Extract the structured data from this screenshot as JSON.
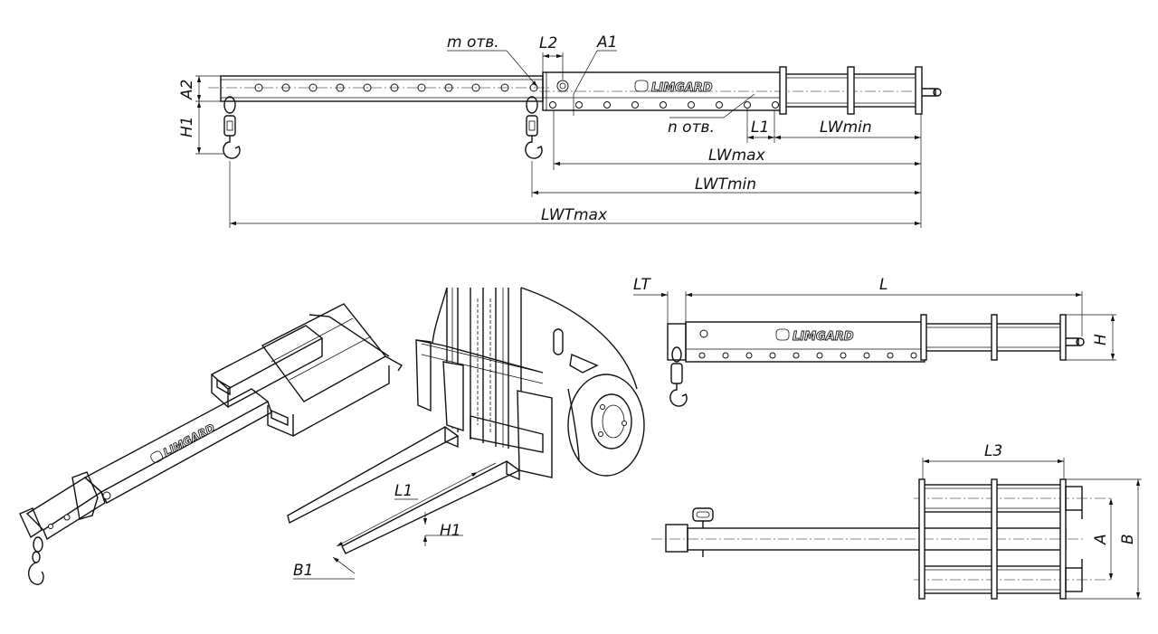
{
  "brand": {
    "logo_text": "LIMGARD"
  },
  "top_view": {
    "labels": {
      "m_holes": "m отв.",
      "l2": "L2",
      "a1": "A1",
      "a2": "A2",
      "h1": "H1",
      "n_holes": "n отв.",
      "l1": "L1",
      "lwmin": "LWmin",
      "lwmax": "LWmax",
      "lwtmin": "LWTmin",
      "lwtmax": "LWTmax"
    }
  },
  "fork_view": {
    "labels": {
      "l1": "L1",
      "h1": "H1",
      "b1": "B1"
    }
  },
  "side_view": {
    "labels": {
      "lt": "LT",
      "l": "L",
      "h": "H"
    }
  },
  "plan_view": {
    "labels": {
      "l3": "L3",
      "a": "A",
      "b": "B"
    }
  }
}
